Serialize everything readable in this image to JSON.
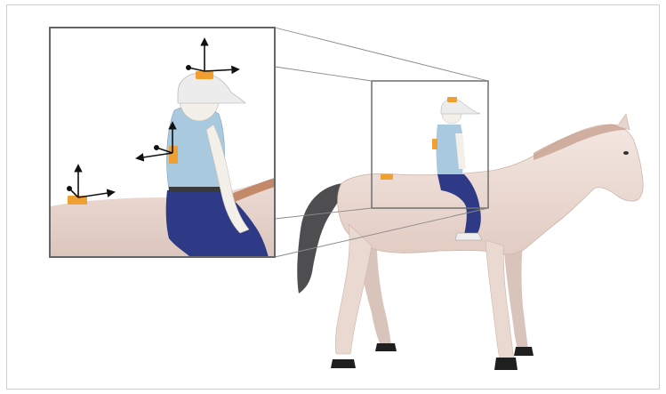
{
  "figure": {
    "description_visible_text": "",
    "colors": {
      "horse_body": "#efe1db",
      "horse_shadow": "#d9c4bb",
      "horse_tail": "#4e4e50",
      "hooves": "#1f1f1f",
      "rider_shirt": "#a9c9df",
      "rider_pants": "#2f3a86",
      "rider_skin": "#f3efe9",
      "helmet": "#ececec",
      "sensor": "#f0a030",
      "axis_arrow": "#111111",
      "frame_line": "#8a8a8a",
      "zoom_box": "#6f6f6f"
    },
    "sensors": [
      {
        "name": "head-sensor"
      },
      {
        "name": "trunk-sensor"
      },
      {
        "name": "horse-back-sensor"
      }
    ]
  }
}
